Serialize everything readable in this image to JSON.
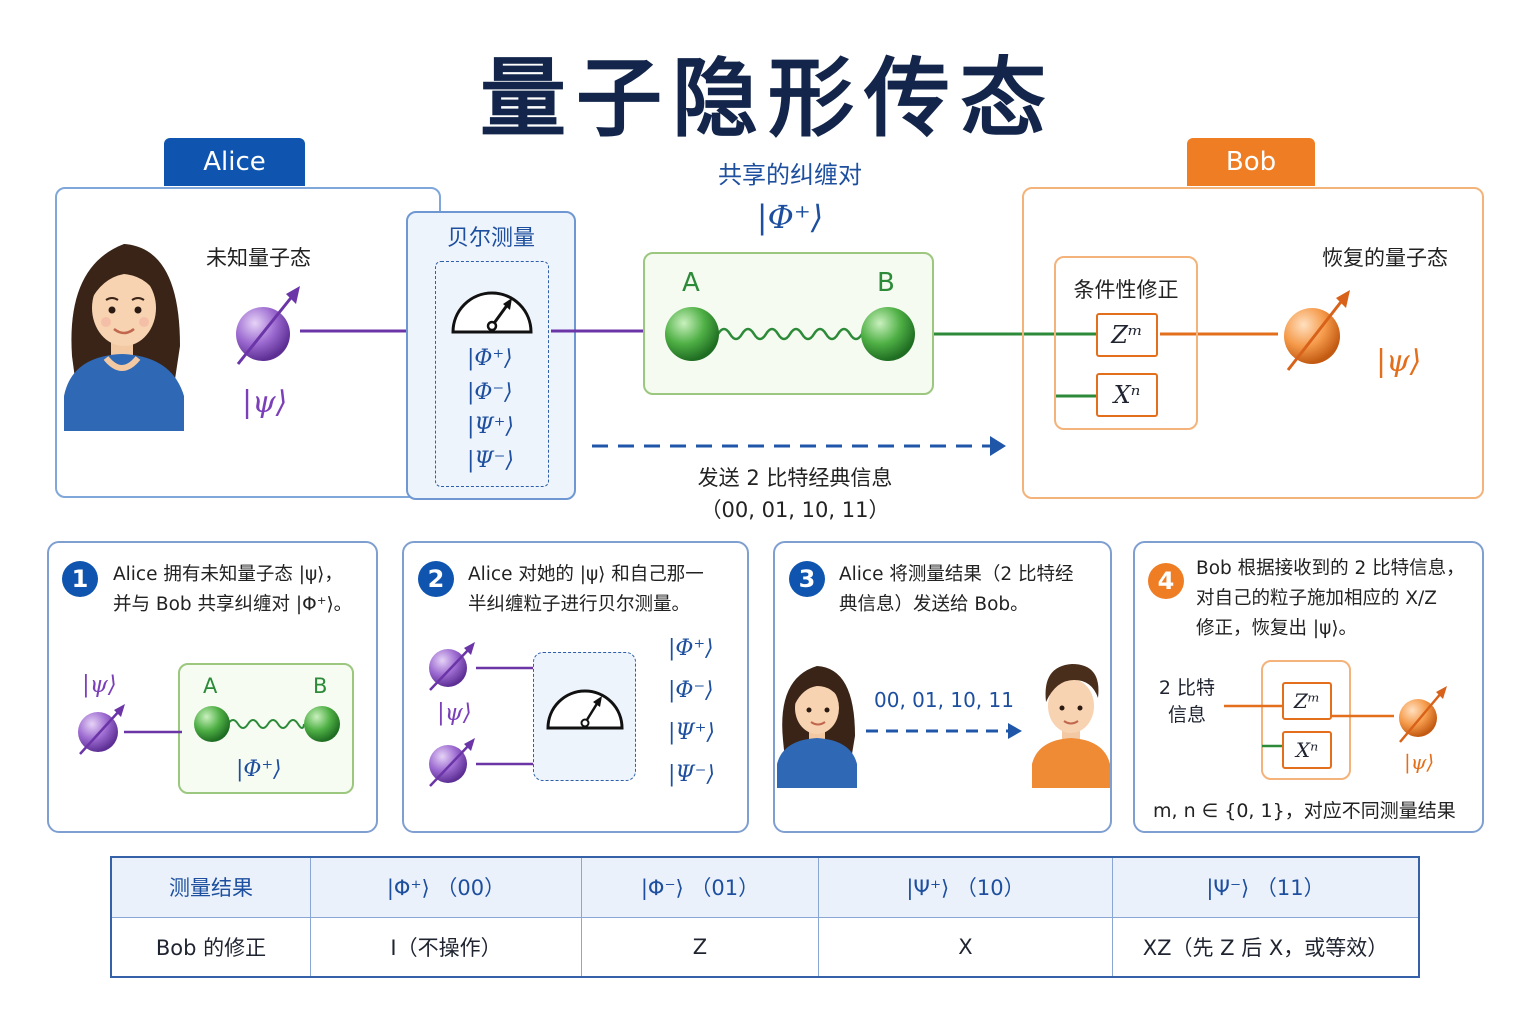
{
  "title": "量子隐形传态",
  "colors": {
    "alice": "#0f55b0",
    "bob": "#ef7d24",
    "entangled": "#4c9b3c",
    "unknown_state": "#8a4fc2"
  },
  "alice": {
    "tag": "Alice",
    "unknown_label": "未知量子态",
    "psi": "|ψ⟩",
    "bell_title": "贝尔测量",
    "bell_states": [
      "|Φ⁺⟩",
      "|Φ⁻⟩",
      "|Ψ⁺⟩",
      "|Ψ⁻⟩"
    ]
  },
  "shared": {
    "title": "共享的纠缠对",
    "state": "|Φ⁺⟩",
    "label_a": "A",
    "label_b": "B",
    "send_label": "发送 2 比特经典信息",
    "send_values": "（00, 01, 10, 11）"
  },
  "bob": {
    "tag": "Bob",
    "correction_title": "条件性修正",
    "zm": "Zᵐ",
    "xn": "Xⁿ",
    "recovered_label": "恢复的量子态",
    "psi": "|ψ⟩"
  },
  "steps": [
    {
      "num": "1",
      "lines": [
        "Alice 拥有未知量子态 |ψ⟩，",
        "并与 Bob 共享纠缠对 |Φ⁺⟩。"
      ],
      "psi": "|ψ⟩",
      "label_a": "A",
      "label_b": "B",
      "state": "|Φ⁺⟩"
    },
    {
      "num": "2",
      "lines": [
        "Alice 对她的 |ψ⟩ 和自己那一",
        "半纠缠粒子进行贝尔测量。"
      ],
      "psi": "|ψ⟩",
      "bell_states": [
        "|Φ⁺⟩",
        "|Φ⁻⟩",
        "|Ψ⁺⟩",
        "|Ψ⁻⟩"
      ]
    },
    {
      "num": "3",
      "lines": [
        "Alice 将测量结果（2 比特经",
        "典信息）发送给 Bob。"
      ],
      "bits": "00, 01, 10, 11"
    },
    {
      "num": "4",
      "lines": [
        "Bob 根据接收到的 2 比特信息，",
        "对自己的粒子施加相应的 X/Z",
        "修正，恢复出 |ψ⟩。"
      ],
      "bits_label": [
        "2 比特",
        "信息"
      ],
      "zm": "Zᵐ",
      "xn": "Xⁿ",
      "psi": "|ψ⟩",
      "footnote": "m, n ∈ {0, 1}，对应不同测量结果"
    }
  ],
  "table": {
    "header": [
      "测量结果",
      "|Φ⁺⟩ （00）",
      "|Φ⁻⟩ （01）",
      "|Ψ⁺⟩ （10）",
      "|Ψ⁻⟩ （11）"
    ],
    "row": [
      "Bob 的修正",
      "I（不操作）",
      "Z",
      "X",
      "XZ（先 Z 后 X，或等效）"
    ]
  }
}
